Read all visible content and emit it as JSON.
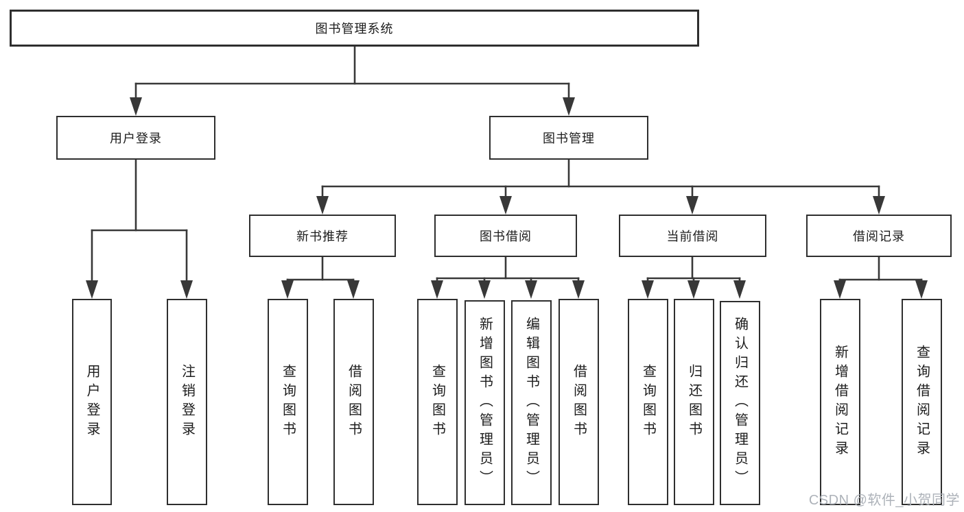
{
  "diagram": {
    "root": {
      "label": "图书管理系统"
    },
    "level2": [
      {
        "label": "用户登录"
      },
      {
        "label": "图书管理"
      }
    ],
    "level3": [
      {
        "label": "新书推荐"
      },
      {
        "label": "图书借阅"
      },
      {
        "label": "当前借阅"
      },
      {
        "label": "借阅记录"
      }
    ],
    "leaves": {
      "user_login": [
        {
          "label": "用户登录"
        },
        {
          "label": "注销登录"
        }
      ],
      "new_book": [
        {
          "label": "查询图书"
        },
        {
          "label": "借阅图书"
        }
      ],
      "book_borrow": [
        {
          "label": "查询图书"
        },
        {
          "label": "新增图书（管理员）"
        },
        {
          "label": "编辑图书（管理员）"
        },
        {
          "label": "借阅图书"
        }
      ],
      "current_borrow": [
        {
          "label": "查询图书"
        },
        {
          "label": "归还图书"
        },
        {
          "label": "确认归还（管理员）"
        }
      ],
      "borrow_record": [
        {
          "label": "新增借阅记录"
        },
        {
          "label": "查询借阅记录"
        }
      ]
    },
    "colors": {
      "line": "#383838",
      "box_border": "#2e2e2e",
      "text": "#1c1c1c",
      "watermark": "#adb2b9"
    }
  },
  "watermark": {
    "text": "CSDN @软件_小贺同学"
  }
}
